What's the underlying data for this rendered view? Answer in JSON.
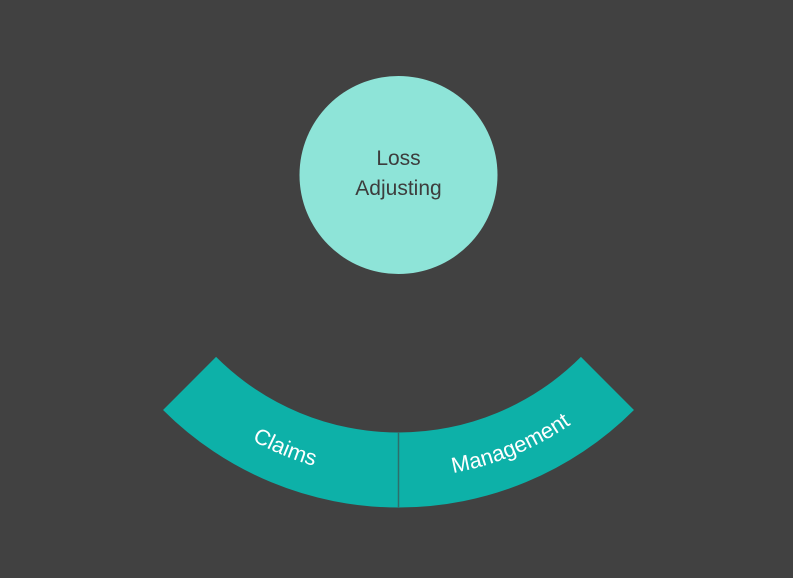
{
  "colors": {
    "background": "#414141",
    "circle": "#8EE4D8",
    "circle_text": "#3D3D3D",
    "arc": "#0DB1A8",
    "arc_text": "#FFFFFF",
    "divider": "#2E6E6A"
  },
  "hub": {
    "line1": "Loss",
    "line2": "Adjusting"
  },
  "segments": [
    {
      "label": "Claims"
    },
    {
      "label": "Management"
    }
  ]
}
